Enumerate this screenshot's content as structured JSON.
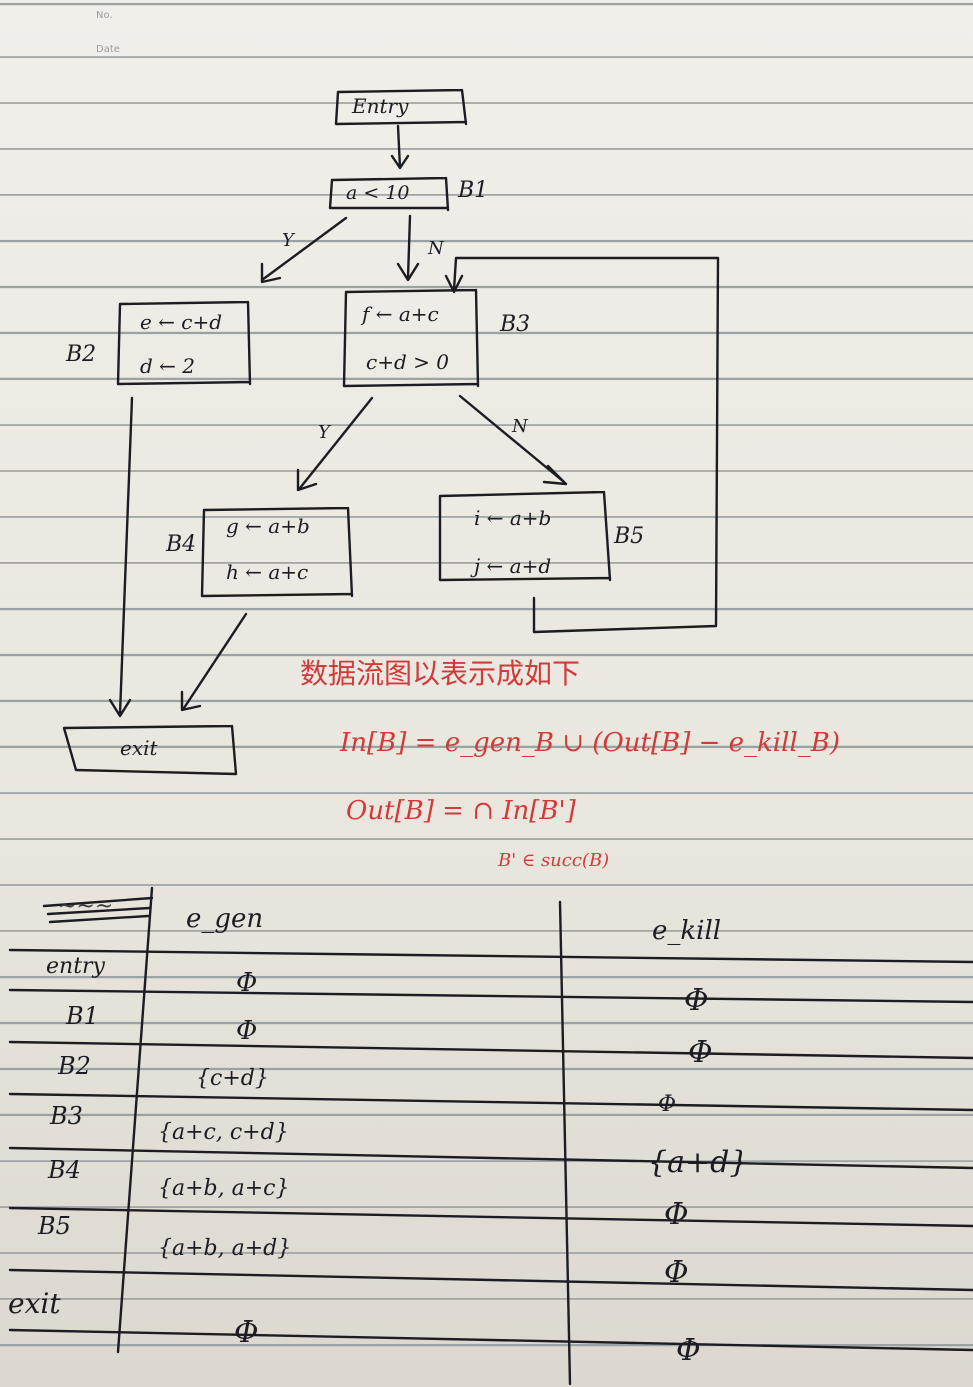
{
  "header": {
    "no_label": "No.",
    "date_label": "Date"
  },
  "flowgraph": {
    "entry": "Entry",
    "b1": {
      "name": "B1",
      "stmt": "a < 10"
    },
    "b2": {
      "name": "B2",
      "stmts": [
        "e ← c+d",
        "d ← 2"
      ]
    },
    "b3": {
      "name": "B3",
      "stmts": [
        "f ← a+c",
        "c+d > 0"
      ]
    },
    "b4": {
      "name": "B4",
      "stmts": [
        "g ← a+b",
        "h ← a+c"
      ]
    },
    "b5": {
      "name": "B5",
      "stmts": [
        "i ← a+b",
        "j ← a+d"
      ]
    },
    "exit": "exit",
    "edges": {
      "b1_yes": "Y",
      "b1_no": "N",
      "b3_yes": "Y",
      "b3_no": "N"
    }
  },
  "equations": {
    "heading": "数据流图以表示成如下",
    "in_eq": "In[B] = e_gen_B ∪ (Out[B] − e_kill_B)",
    "out_eq": "Out[B] =  ∩ In[B']",
    "out_sub": "B' ∈ succ(B)"
  },
  "table": {
    "headers": [
      "~~~",
      "e_gen",
      "e_kill"
    ],
    "rows": [
      {
        "block": "entry",
        "gen": "Φ",
        "kill": "Φ"
      },
      {
        "block": "B1",
        "gen": "Φ",
        "kill": "Φ"
      },
      {
        "block": "B2",
        "gen": "{c+d}",
        "kill": "Φ"
      },
      {
        "block": "B3",
        "gen": "{a+c, c+d}",
        "kill": "{a+d}"
      },
      {
        "block": "B4",
        "gen": "{a+b, a+c}",
        "kill": "Φ"
      },
      {
        "block": "B5",
        "gen": "{a+b, a+d}",
        "kill": "Φ"
      },
      {
        "block": "exit",
        "gen": "Φ",
        "kill": "Φ"
      }
    ]
  },
  "colors": {
    "ink": "#1c1c22",
    "red_ink": "#d23a3a",
    "paper": "#ece9e2",
    "rule": "#9aa3a3"
  }
}
